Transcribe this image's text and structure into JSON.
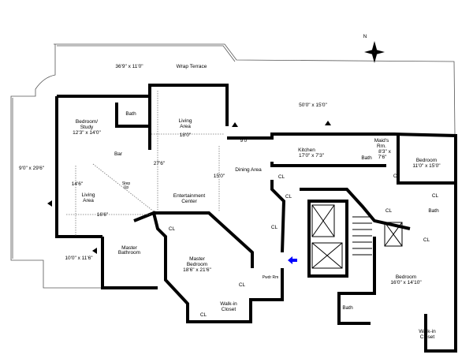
{
  "compass": {
    "north_label": "N"
  },
  "terrace": {
    "name": "Wrap Terrace",
    "dim_top": "36'9\" x 11'0\"",
    "dim_right": "50'0\" x 15'0\"",
    "dim_left": "9'0\" x 29'6\"",
    "dim_bottom_left": "10'0\" x 11'6\""
  },
  "rooms": {
    "bedroom_study": {
      "name_line1": "Bedroom/",
      "name_line2": "Study",
      "dims": "12'3\" x 14'0\""
    },
    "bath_study": {
      "name": "Bath"
    },
    "bar": {
      "name": "Bar"
    },
    "living_upper": {
      "name_line1": "Living",
      "name_line2": "Area",
      "dim": "18'0\""
    },
    "living_lower": {
      "name_line1": "Living",
      "name_line2": "Area",
      "dim_vertical": "14'6\"",
      "dim_horizontal": "16'6\""
    },
    "step_up": {
      "line1": "Step",
      "line2": "Up"
    },
    "entertainment": {
      "name_line1": "Entertainment",
      "name_line2": "Center",
      "dim_vertical": "27'6\""
    },
    "dining": {
      "name": "Dining Area",
      "dim_vertical": "15'0\"",
      "dim_horizontal": "9'0\""
    },
    "kitchen": {
      "name": "Kitchen",
      "dims": "17'0\" x 7'3\""
    },
    "maids_room": {
      "name_line1": "Maid's",
      "name_line2": "Rm.",
      "dims_line1": "8'3\" x",
      "dims_line2": "7'6\""
    },
    "maids_bath": {
      "name": "Bath"
    },
    "bedroom_ne": {
      "name": "Bedroom",
      "dims": "11'0\" x 15'0\""
    },
    "bath_ne": {
      "name": "Bath"
    },
    "master_bathroom": {
      "name_line1": "Master",
      "name_line2": "Bathroom"
    },
    "master_bedroom": {
      "name_line1": "Master",
      "name_line2": "Bedroom",
      "dims": "18'6\" x 21'6\""
    },
    "powder_room": {
      "name": "Pwdr Rm"
    },
    "walkin_master": {
      "name_line1": "Walk-in",
      "name_line2": "Closet"
    },
    "bedroom_se": {
      "name": "Bedroom",
      "dims": "16'0\" x 14'10\""
    },
    "bath_se": {
      "name": "Bath"
    },
    "walkin_se": {
      "name_line1": "Walk-in",
      "name_line2": "Closet"
    }
  },
  "closet_label": "CL",
  "colors": {
    "entry_arrow": "#0000ff",
    "walls": "#000000"
  }
}
